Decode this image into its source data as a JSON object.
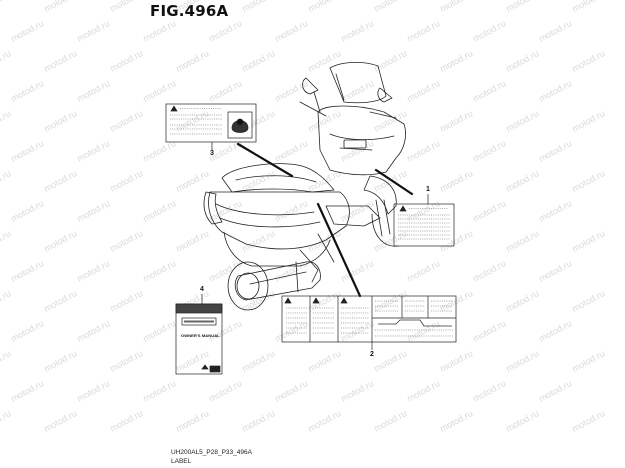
{
  "figure": {
    "title": "FIG.496A",
    "code": "UH200AL5_P28_P33_496A",
    "section": "LABEL"
  },
  "callouts": [
    "1",
    "2",
    "3",
    "4"
  ],
  "manual_cover_text": "OWNER'S MANUAL",
  "watermark_text": "motod.ru"
}
